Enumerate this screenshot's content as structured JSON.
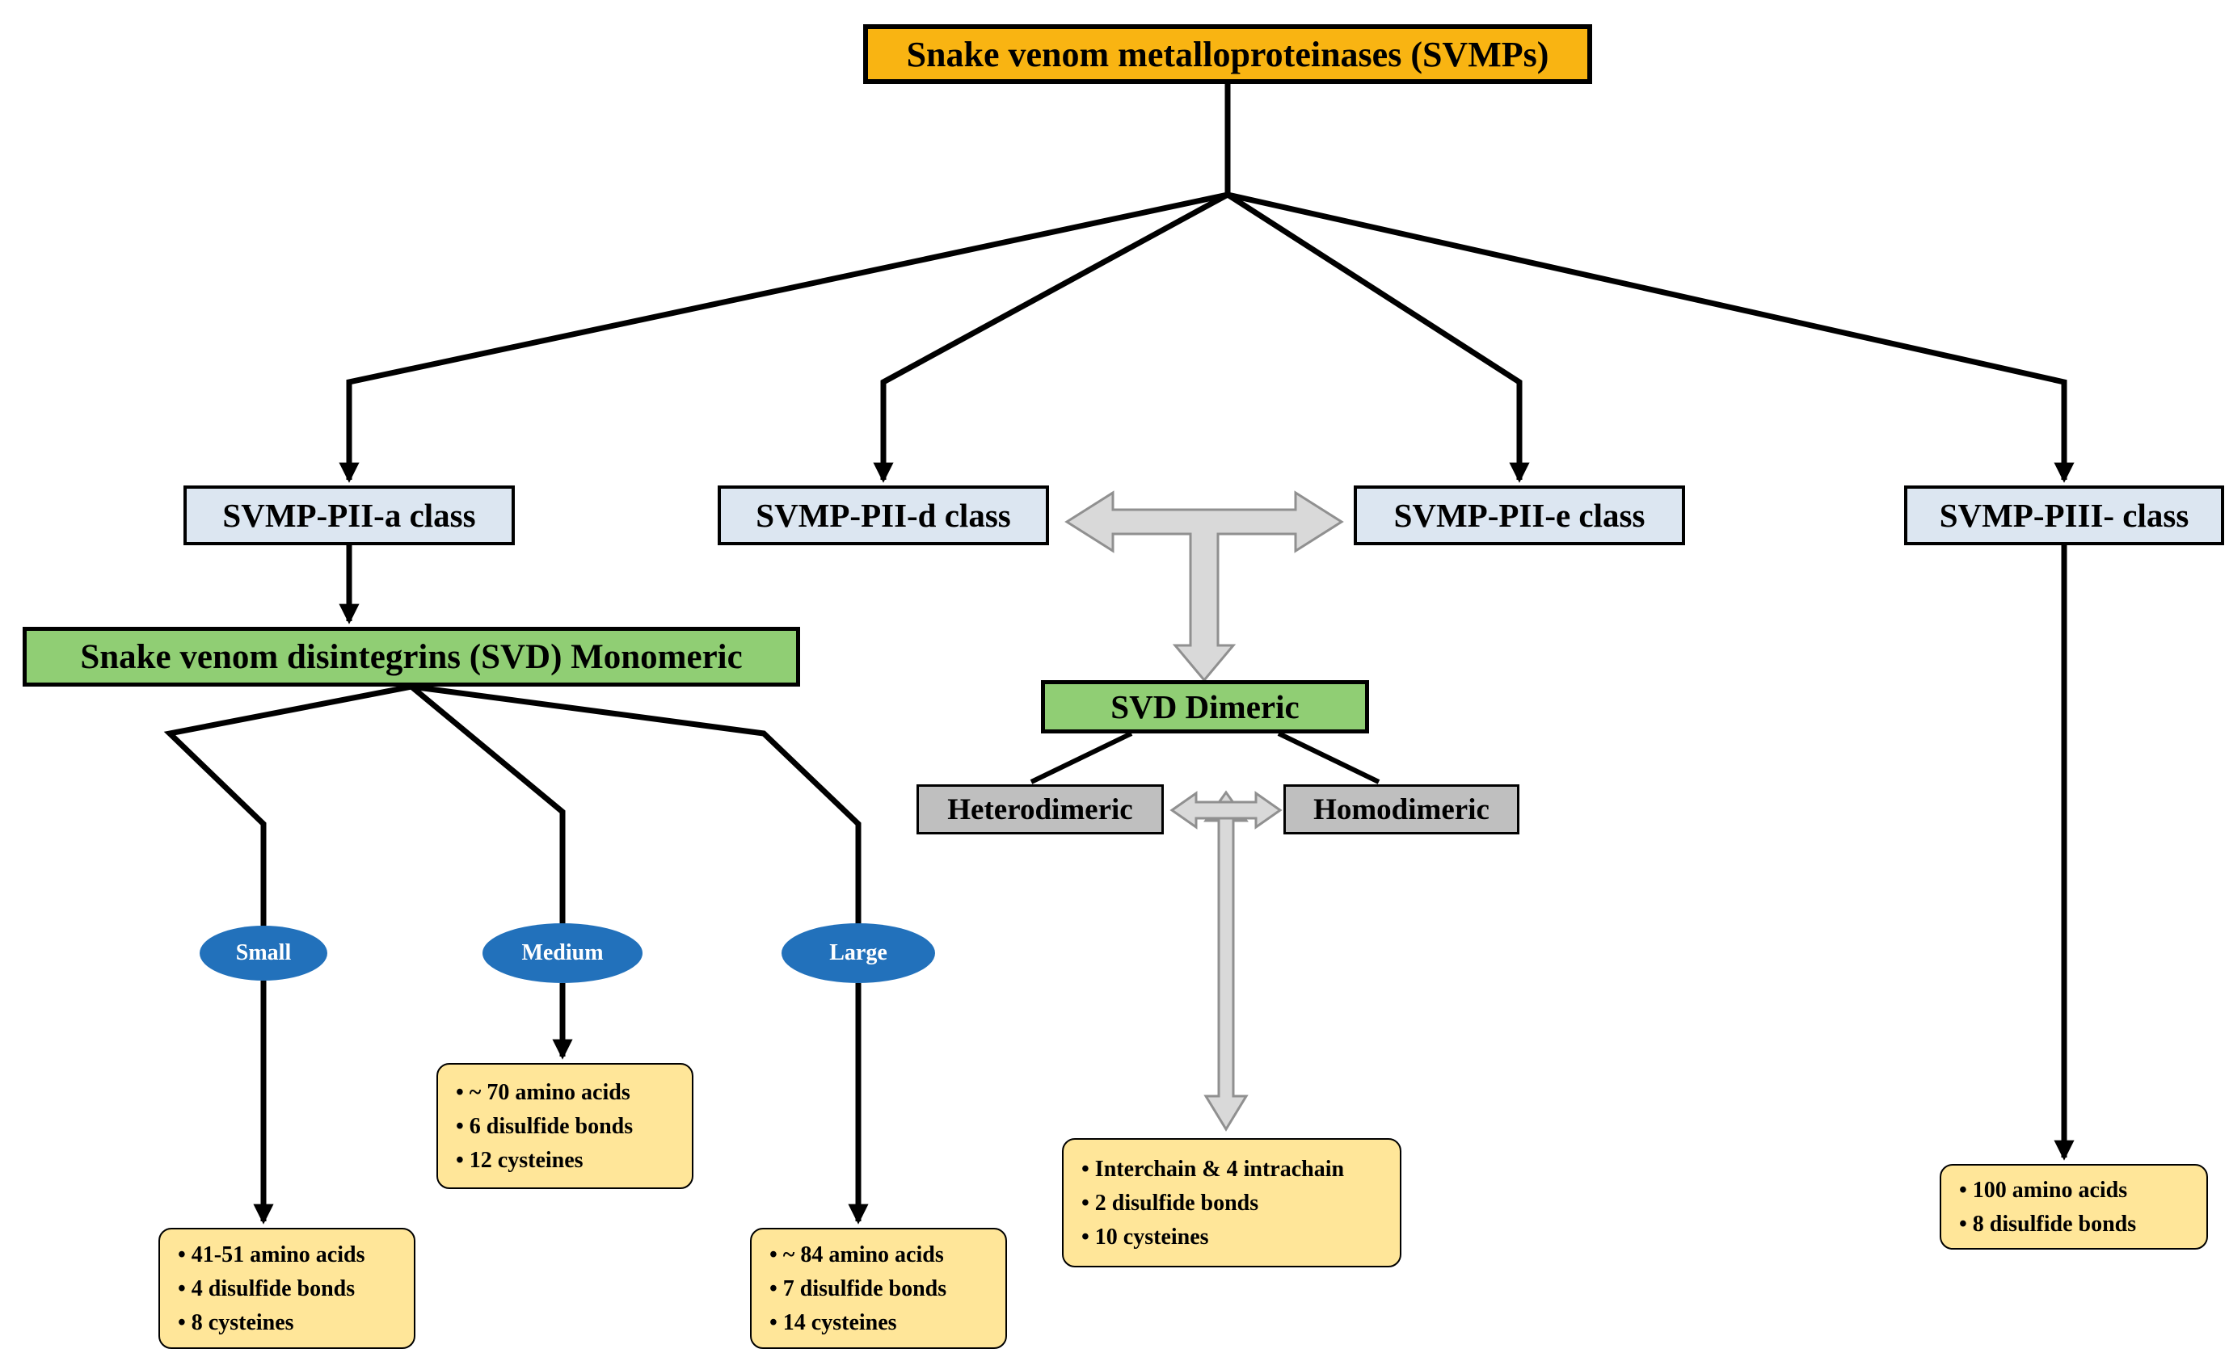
{
  "title_box": {
    "label": "Snake venom metalloproteinases (SVMPs)"
  },
  "class_boxes": {
    "pii_a": "SVMP-PII-a class",
    "pii_d": "SVMP-PII-d class",
    "pii_e": "SVMP-PII-e class",
    "piii": "SVMP-PIII- class"
  },
  "monomeric_box": "Snake venom disintegrins (SVD) Monomeric",
  "dimeric_box": "SVD Dimeric",
  "dimer_types": {
    "hetero": "Heterodimeric",
    "homo": "Homodimeric"
  },
  "size_ellipses": {
    "small": "Small",
    "medium": "Medium",
    "large": "Large"
  },
  "info_boxes": {
    "small": [
      "• 41-51 amino acids",
      "• 4 disulfide bonds",
      "• 8 cysteines"
    ],
    "medium": [
      "• ~ 70 amino acids",
      "• 6 disulfide bonds",
      "• 12 cysteines"
    ],
    "large": [
      "• ~ 84 amino acids",
      "• 7 disulfide bonds",
      "• 14 cysteines"
    ],
    "dimeric": [
      "• Interchain & 4 intrachain",
      "• 2 disulfide bonds",
      "• 10 cysteines"
    ],
    "piii": [
      "• 100 amino acids",
      "• 8 disulfide bonds"
    ]
  },
  "colors": {
    "title_fill": "#F9B412",
    "class_fill": "#DCE6F1",
    "green_fill": "#90CE74",
    "gray_box_fill": "#BFBFBF",
    "ellipse_fill": "#2271BB",
    "info_fill": "#FFE699",
    "block_arrow_fill": "#D9D9D9",
    "block_arrow_stroke": "#909090",
    "line_color": "#000000"
  }
}
